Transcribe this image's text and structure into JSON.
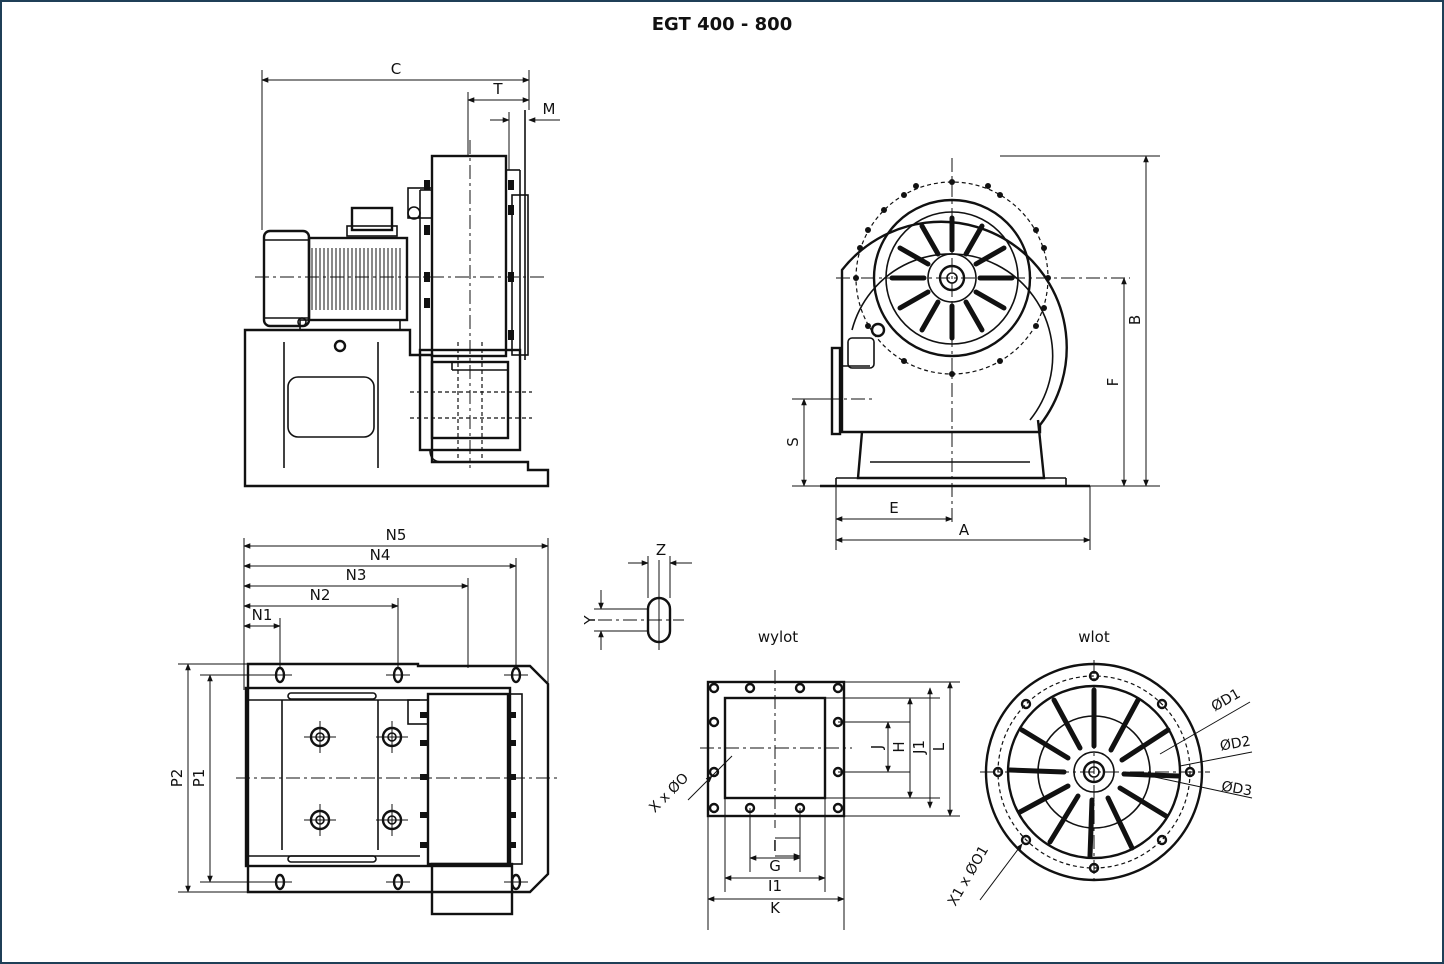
{
  "title": "EGT 400 - 800",
  "views": {
    "side": {
      "dims": {
        "C": "C",
        "T": "T",
        "M": "M"
      }
    },
    "front": {
      "dims": {
        "A": "A",
        "B": "B",
        "E": "E",
        "F": "F",
        "S": "S"
      }
    },
    "top": {
      "dims": {
        "N5": "N5",
        "N4": "N4",
        "N3": "N3",
        "N2": "N2",
        "N1": "N1",
        "P2": "P2",
        "P1": "P1"
      }
    },
    "slot": {
      "dims": {
        "Z": "Z",
        "Y": "Y"
      }
    },
    "outlet": {
      "label": "wylot",
      "dims": {
        "J": "J",
        "H": "H",
        "J1": "J1",
        "L": "L",
        "I": "I",
        "G": "G",
        "I1": "I1",
        "K": "K",
        "holes": "X x ØO"
      }
    },
    "inlet": {
      "label": "wlot",
      "dims": {
        "D1": "ØD1",
        "D2": "ØD2",
        "D3": "ØD3",
        "holes": "X1 x ØO1"
      }
    }
  }
}
